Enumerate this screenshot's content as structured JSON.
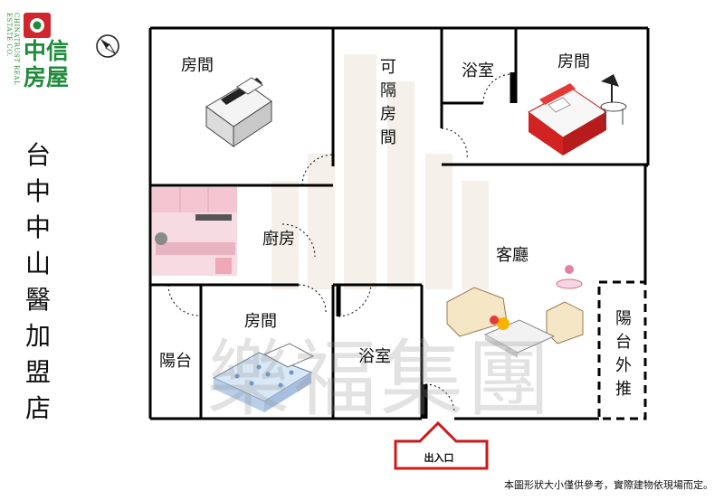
{
  "logo": {
    "brand_zh": "中信房屋",
    "brand_en": "CHINATRUST REAL ESTATE CO."
  },
  "branch": {
    "chars": [
      "台",
      "中",
      "中",
      "山",
      "醫",
      "加",
      "盟",
      "店"
    ]
  },
  "watermark": "樂福集團",
  "rooms": {
    "bedroom_top_left": "房間",
    "flexible_room": [
      "可",
      "隔",
      "房",
      "間"
    ],
    "bathroom_top": "浴室",
    "bedroom_top_right": "房間",
    "kitchen": "廚房",
    "living_room": "客廳",
    "bedroom_bottom": "房間",
    "balcony": "陽台",
    "bathroom_bottom": "浴室",
    "outer_balcony": [
      "陽",
      "台",
      "外",
      "推"
    ]
  },
  "entrance": "出入口",
  "disclaimer": "本圖形狀大小僅供參考，實際建物依現場而定。",
  "colors": {
    "wall": "#000000",
    "entrance_arrow": "#cc1a1a",
    "logo_green": "#1f8a3a",
    "logo_red": "#d0262e"
  },
  "icons": [
    "compass-icon",
    "bed-icon",
    "kitchen-icon",
    "sofa-icon",
    "lamp-icon",
    "table-icon"
  ]
}
